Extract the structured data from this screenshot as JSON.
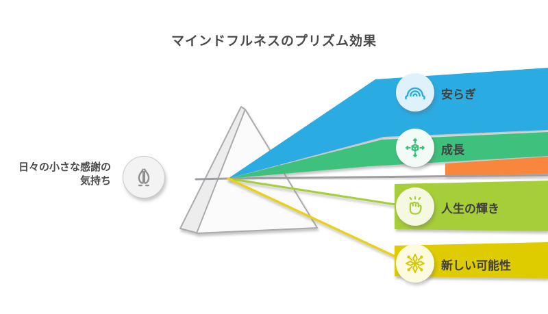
{
  "title": "マインドフルネスのプリズム効果",
  "text_color": "#4a4a4a",
  "input": {
    "label_lines": [
      "日々の小さな感謝の",
      "気持ち"
    ],
    "icon": "praying-hands",
    "icon_color": "#8f8f8f",
    "circle_bg": "#f3f3f3",
    "ray_color": "#9e9ea3"
  },
  "prism": {
    "front_fill": "#fbfbfb",
    "facet_fill": "#ededed",
    "stroke": "#ababab"
  },
  "outputs": [
    {
      "label": "安らぎ",
      "icon": "rainbow-icon",
      "beam_color": "#29abe2",
      "icon_color": "#29abe2",
      "circle_bg": "#dff2fb"
    },
    {
      "label": "成長",
      "icon": "expand-cube-icon",
      "beam_color": "#3cc17c",
      "icon_color": "#3cc17c",
      "circle_bg": "#f3fbf7"
    },
    {
      "label": "人生の輝き",
      "icon": "raised-fist-icon",
      "beam_color": "#a6ce39",
      "icon_color": "#a6ce39",
      "circle_bg": "#f5f9e1"
    },
    {
      "label": "新しい可能性",
      "icon": "ornament-star-icon",
      "beam_color": "#decb00",
      "icon_color": "#d9c500",
      "circle_bg": "#fdfbdf"
    }
  ],
  "decorative_beams": [
    {
      "name": "orange-beam",
      "color": "#f8863e"
    },
    {
      "name": "gray-beam",
      "color": "#9e9ea3"
    },
    {
      "name": "lime-ray",
      "color": "#a6ce39"
    },
    {
      "name": "yellow-ray",
      "color": "#e8d117"
    }
  ]
}
